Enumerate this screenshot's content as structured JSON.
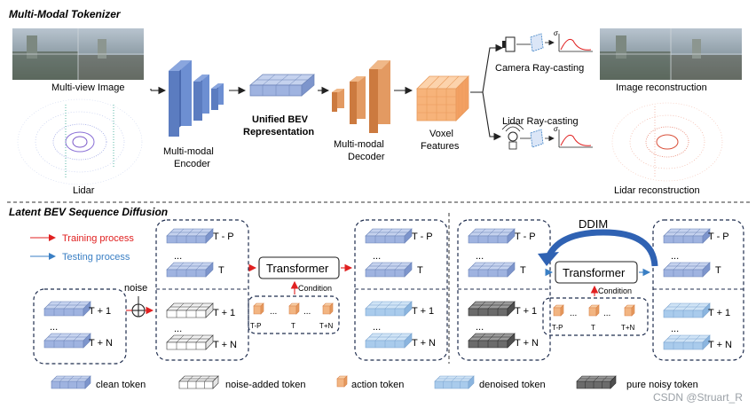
{
  "top": {
    "section_title": "Multi-Modal Tokenizer",
    "multiview_label": "Multi-view Image",
    "lidar_label": "Lidar",
    "encoder_label_1": "Multi-modal",
    "encoder_label_2": "Encoder",
    "bev_label_1": "Unified BEV",
    "bev_label_2": "Representation",
    "decoder_label_1": "Multi-modal",
    "decoder_label_2": "Decoder",
    "voxel_label_1": "Voxel",
    "voxel_label_2": "Features",
    "camera_raycast_label": "Camera Ray-casting",
    "lidar_raycast_label": "Lidar Ray-casting",
    "sigma_symbol": "σ",
    "image_recon_label": "Image reconstruction",
    "lidar_recon_label": "Lidar reconstruction"
  },
  "bottom": {
    "section_title": "Latent BEV Sequence Diffusion",
    "training_process": "Training process",
    "testing_process": "Testing process",
    "noise_label": "noise",
    "transformer_label": "Transformer",
    "condition_label": "Condition",
    "ddim_label": "DDIM",
    "ellipsis": "...",
    "t_minus_p": "T - P",
    "t": "T",
    "t_plus_1": "T + 1",
    "t_plus_n": "T + N",
    "action_t_minus_p": "T-P",
    "action_t": "T",
    "action_t_plus_n": "T+N"
  },
  "legend": {
    "clean_token": "clean token",
    "noise_added_token": "noise-added token",
    "action_token": "action token",
    "denoised_token": "denoised token",
    "pure_noisy_token": "pure noisy token"
  },
  "watermark": "CSDN @Struart_R",
  "colors": {
    "training_arrow": "#e02020",
    "testing_arrow": "#3a7fc4",
    "ddim_arrow": "#2f62b3",
    "clean_token_top": "#c5d2ee",
    "denoised_token_top": "#cfe3f5",
    "noise_token_top": "#f0f0f0",
    "pure_noisy_top": "#9a9a9a",
    "action_token": "#f2b582",
    "encoder_blue": "#5b7cc0",
    "decoder_orange": "#d9834a",
    "voxel_orange": "#f7b37a"
  }
}
